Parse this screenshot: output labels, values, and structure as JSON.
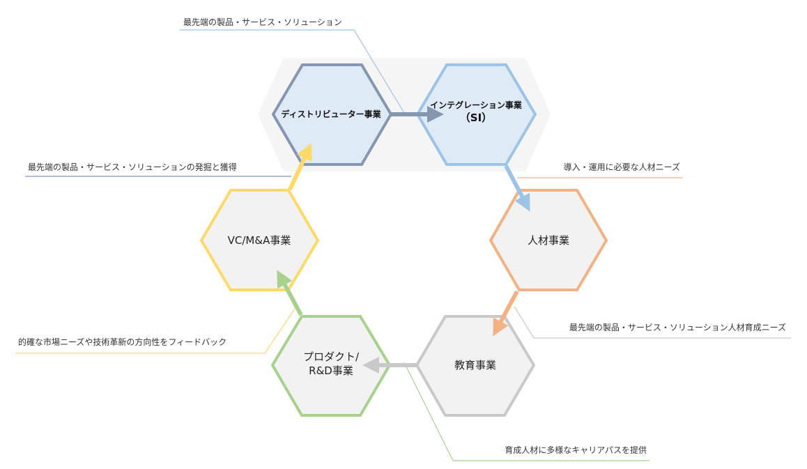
{
  "colors": {
    "distributor": "#8496b0",
    "integration": "#9dc3e6",
    "jinzai": "#f4b183",
    "kyoiku": "#c9c9c9",
    "product": "#a9d18e",
    "vc": "#ffd966",
    "hex_fill": "#f2f2f2",
    "hex_fill_top": "#deebf7",
    "band": "#f5f5f5"
  },
  "nodes": {
    "distributor": {
      "label": "ディストリビューター事業"
    },
    "integration": {
      "label1": "インテグレーション事業",
      "label2": "（SI）"
    },
    "jinzai": {
      "label": "人材事業"
    },
    "kyoiku": {
      "label": "教育事業"
    },
    "product": {
      "label1": "プロダクト/",
      "label2": "R&D事業"
    },
    "vc": {
      "label": "VC/M&A事業"
    }
  },
  "annotations": {
    "top": "最先端の製品・サービス・ソリューション",
    "left_upper": "最先端の製品・サービス・ソリューションの発掘と獲得",
    "right_upper": "導入・運用に必要な人材ニーズ",
    "right_lower": "最先端の製品・サービス・ソリューション人材育成ニーズ",
    "left_lower": "的確な市場ニーズや技術革新の方向性をフィードバック",
    "bottom": "育成人材に多様なキャリアパスを提供"
  }
}
